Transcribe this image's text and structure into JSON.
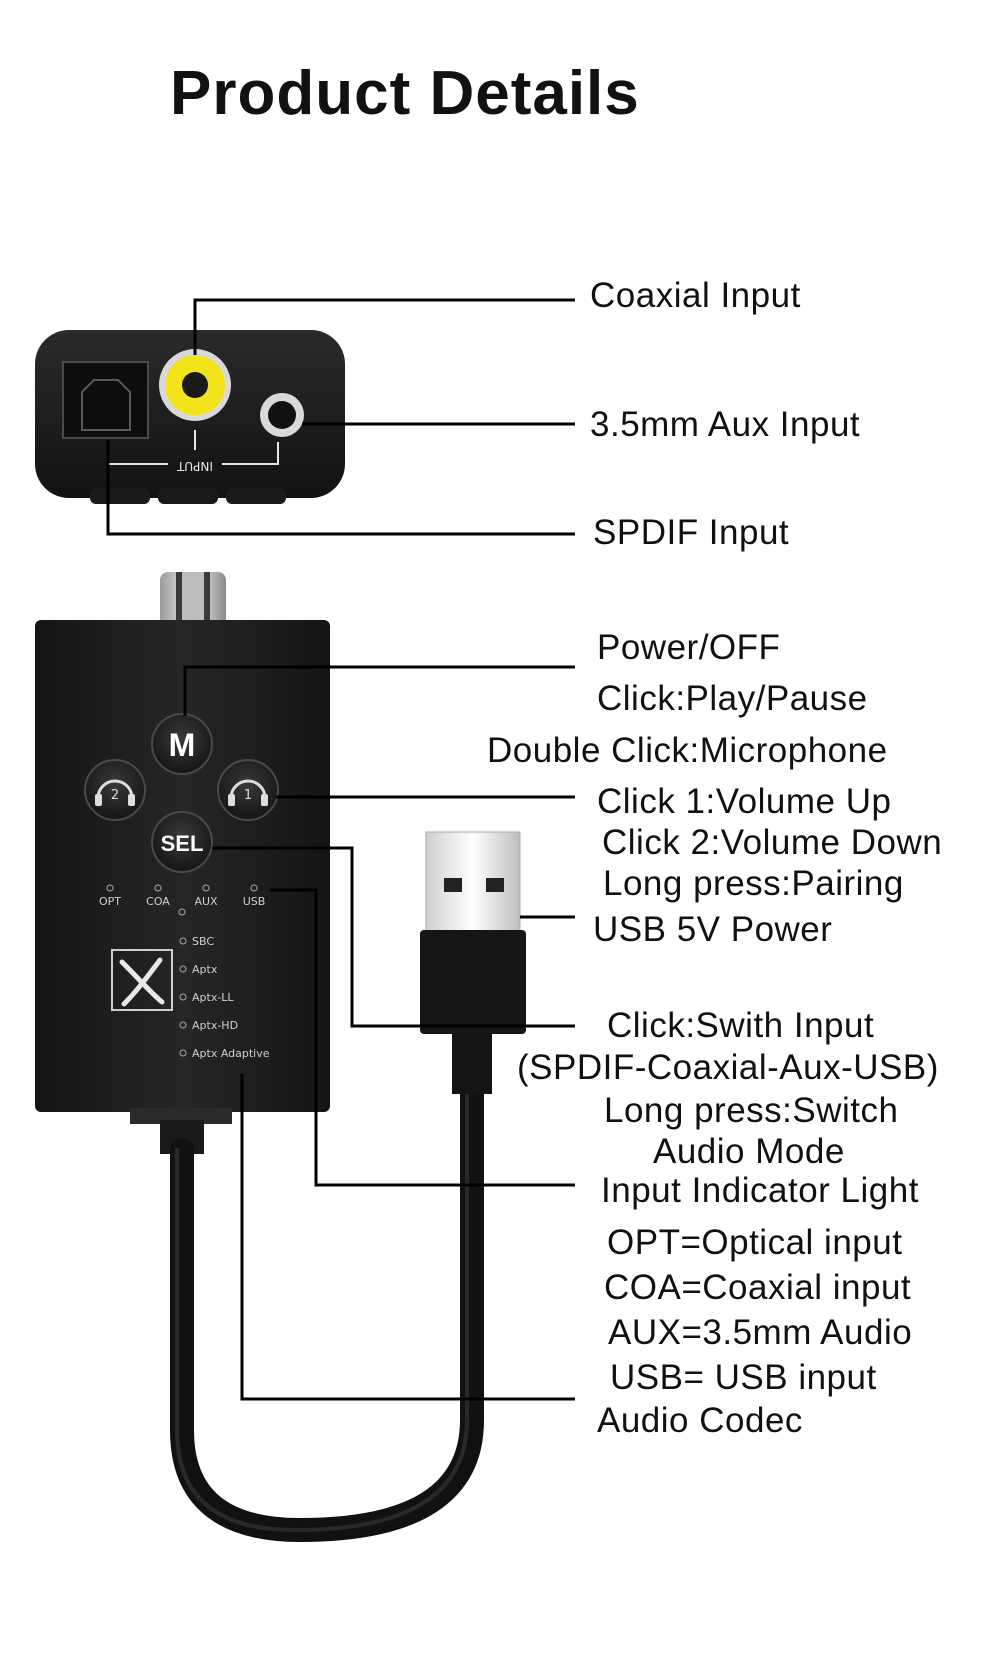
{
  "title": "Product Details",
  "colors": {
    "background": "#ffffff",
    "device_body": "#1f1f1f",
    "coaxial_jack": "#f2e31a",
    "leader_line": "#000000"
  },
  "device_top": {
    "input_label": "INPUT"
  },
  "device_front": {
    "button_m": "M",
    "button_sel": "SEL",
    "headphone_1": "1",
    "headphone_2": "2",
    "indicators": [
      "OPT",
      "COA",
      "AUX",
      "USB"
    ],
    "codecs": [
      "SBC",
      "Aptx",
      "Aptx-LL",
      "Aptx-HD",
      "Aptx Adaptive"
    ],
    "logo_icon": "x-logo"
  },
  "callouts": {
    "coaxial": "Coaxial Input",
    "aux": "3.5mm Aux Input",
    "spdif": "SPDIF Input",
    "power": [
      "Power/OFF",
      "Click:Play/Pause",
      "Double Click:Microphone"
    ],
    "volume": [
      "Click 1:Volume Up",
      "Click 2:Volume Down",
      "Long press:Pairing"
    ],
    "usb_power": "USB 5V Power",
    "switch": [
      "Click:Swith Input",
      "(SPDIF-Coaxial-Aux-USB)",
      "Long press:Switch",
      "Audio Mode"
    ],
    "indicator": [
      "Input Indicator Light",
      "OPT=Optical input",
      "COA=Coaxial input",
      "AUX=3.5mm Audio",
      "USB= USB input"
    ],
    "codec": "Audio Codec"
  }
}
